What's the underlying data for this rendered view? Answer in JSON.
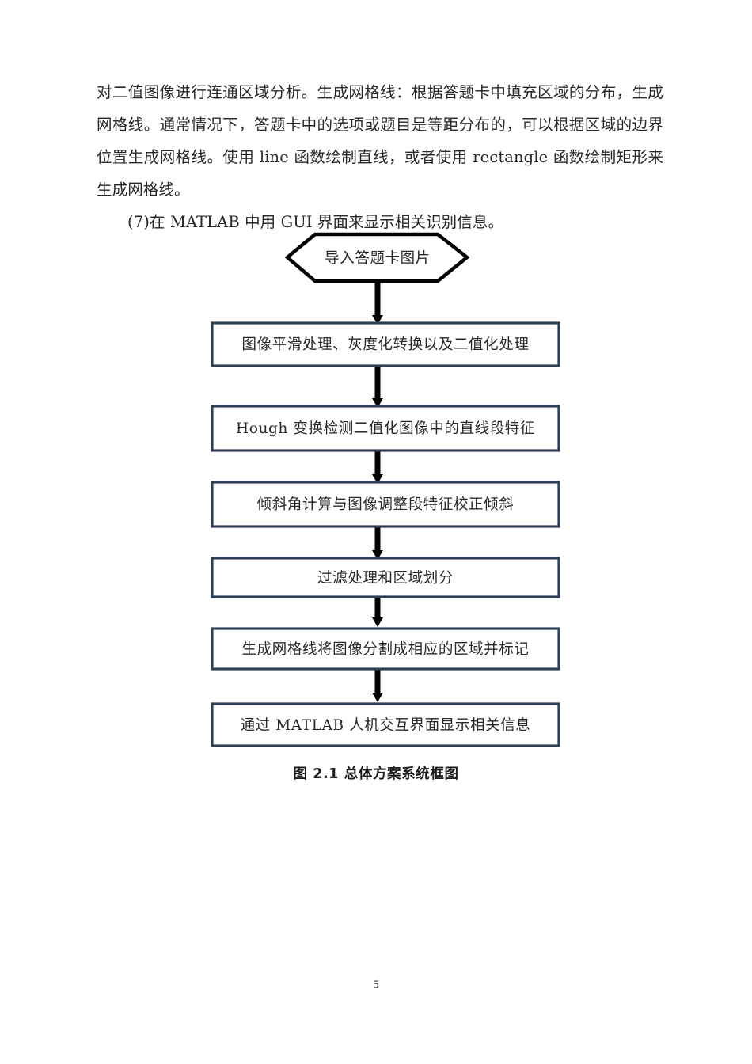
{
  "document": {
    "page_number": "5",
    "paragraphs": [
      {
        "id": "p1",
        "indent": false,
        "text": "对二值图像进行连通区域分析。生成网格线：根据答题卡中填充区域的分布，生成网格线。通常情况下，答题卡中的选项或题目是等距分布的，可以根据区域的边界位置生成网格线。使用 line 函数绘制直线，或者使用 rectangle 函数绘制矩形来生成网格线。"
      },
      {
        "id": "p2",
        "indent": true,
        "text": "(7)在 MATLAB 中用 GUI 界面来显示相关识别信息。"
      }
    ],
    "figure": {
      "caption": "图 2.1  总体方案系统框图",
      "type": "flowchart",
      "orientation": "vertical",
      "colors": {
        "box_border": "#2e4057",
        "box_fill": "#ffffff",
        "terminator_border": "#000000",
        "arrow": "#000000",
        "text": "#2a2726"
      },
      "nodes": [
        {
          "id": "n0",
          "shape": "hexagon",
          "label": "导入答题卡图片"
        },
        {
          "id": "n1",
          "shape": "rectangle",
          "label": "图像平滑处理、灰度化转换以及二值化处理"
        },
        {
          "id": "n2",
          "shape": "rectangle",
          "label": "Hough 变换检测二值化图像中的直线段特征"
        },
        {
          "id": "n3",
          "shape": "rectangle",
          "label": "倾斜角计算与图像调整段特征校正倾斜"
        },
        {
          "id": "n4",
          "shape": "rectangle",
          "label": "过滤处理和区域划分"
        },
        {
          "id": "n5",
          "shape": "rectangle",
          "label": "生成网格线将图像分割成相应的区域并标记"
        },
        {
          "id": "n6",
          "shape": "rectangle",
          "label": "通过 MATLAB 人机交互界面显示相关信息"
        }
      ],
      "edges": [
        {
          "from": "n0",
          "to": "n1",
          "arrow": "down"
        },
        {
          "from": "n1",
          "to": "n2",
          "arrow": "down"
        },
        {
          "from": "n2",
          "to": "n3",
          "arrow": "down"
        },
        {
          "from": "n3",
          "to": "n4",
          "arrow": "down"
        },
        {
          "from": "n4",
          "to": "n5",
          "arrow": "down"
        },
        {
          "from": "n5",
          "to": "n6",
          "arrow": "down"
        }
      ]
    }
  }
}
